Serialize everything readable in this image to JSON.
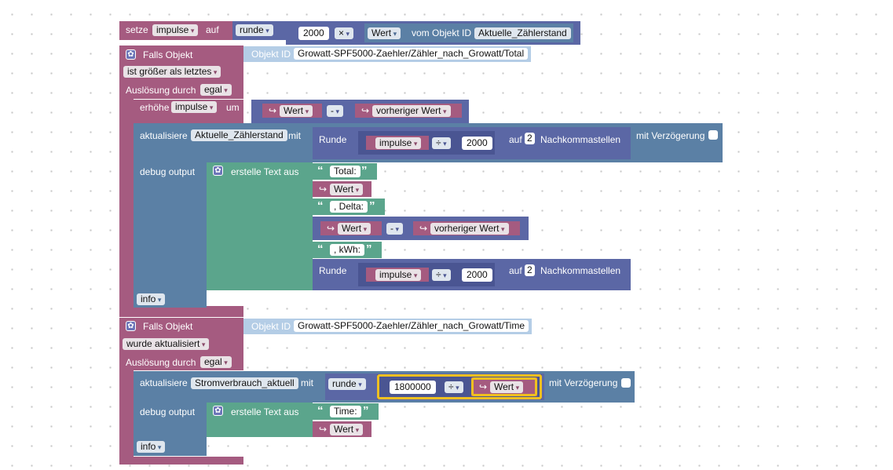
{
  "set_block": {
    "set_label": "setze",
    "var": "impulse",
    "to_label": "auf",
    "round_op": "runde",
    "num": "2000",
    "mul_op": "×",
    "value_field": "Wert",
    "of_object_label": "vom Objekt ID",
    "object_name": "Aktuelle_Zählerstand"
  },
  "trigger1": {
    "label": "Falls Objekt",
    "object_id_label": "Objekt ID",
    "object_id": "Growatt-SPF5000-Zaehler/Zähler_nach_Growatt/Total",
    "condition": "ist größer als letztes",
    "trigger_label": "Auslösung durch",
    "trigger_value": "egal",
    "increase": {
      "label": "erhöhe",
      "var": "impulse",
      "by_label": "um",
      "val1": "Wert",
      "op": "-",
      "val2": "vorheriger Wert"
    },
    "update": {
      "label": "aktualisiere",
      "target": "Aktuelle_Zählerstand",
      "with_label": "mit",
      "round_label": "Runde",
      "var": "impulse",
      "op": "÷",
      "num": "2000",
      "to_label": "auf",
      "decimals": "2",
      "decimals_label": "Nachkommastellen",
      "delay_label": "mit Verzögerung"
    },
    "debug": {
      "label": "debug output",
      "create_text_label": "erstelle Text aus",
      "text1": "Total:",
      "val1": "Wert",
      "text2": ", Delta:",
      "val2a": "Wert",
      "op": "-",
      "val2b": "vorheriger Wert",
      "text3": ", kWh:",
      "round_label": "Runde",
      "var": "impulse",
      "op2": "÷",
      "num": "2000",
      "to_label": "auf",
      "decimals": "2",
      "decimals_label": "Nachkommastellen",
      "level": "info"
    }
  },
  "trigger2": {
    "label": "Falls Objekt",
    "object_id_label": "Objekt ID",
    "object_id": "Growatt-SPF5000-Zaehler/Zähler_nach_Growatt/Time",
    "condition": "wurde aktualisiert",
    "trigger_label": "Auslösung durch",
    "trigger_value": "egal",
    "update": {
      "label": "aktualisiere",
      "target": "Stromverbrauch_aktuell",
      "with_label": "mit",
      "round_op": "runde",
      "num": "1800000",
      "op": "÷",
      "val": "Wert",
      "delay_label": "mit Verzögerung"
    },
    "debug": {
      "label": "debug output",
      "create_text_label": "erstelle Text aus",
      "text1": "Time:",
      "val1": "Wert",
      "level": "info"
    }
  },
  "icons": {
    "gear": "gear-icon",
    "value_arrow": "value-arrow-icon",
    "quote": "quote-icon"
  },
  "colors": {
    "variable": "#a55b80",
    "math": "#5b67a5",
    "io": "#5b80a5",
    "text": "#5ba58c"
  }
}
